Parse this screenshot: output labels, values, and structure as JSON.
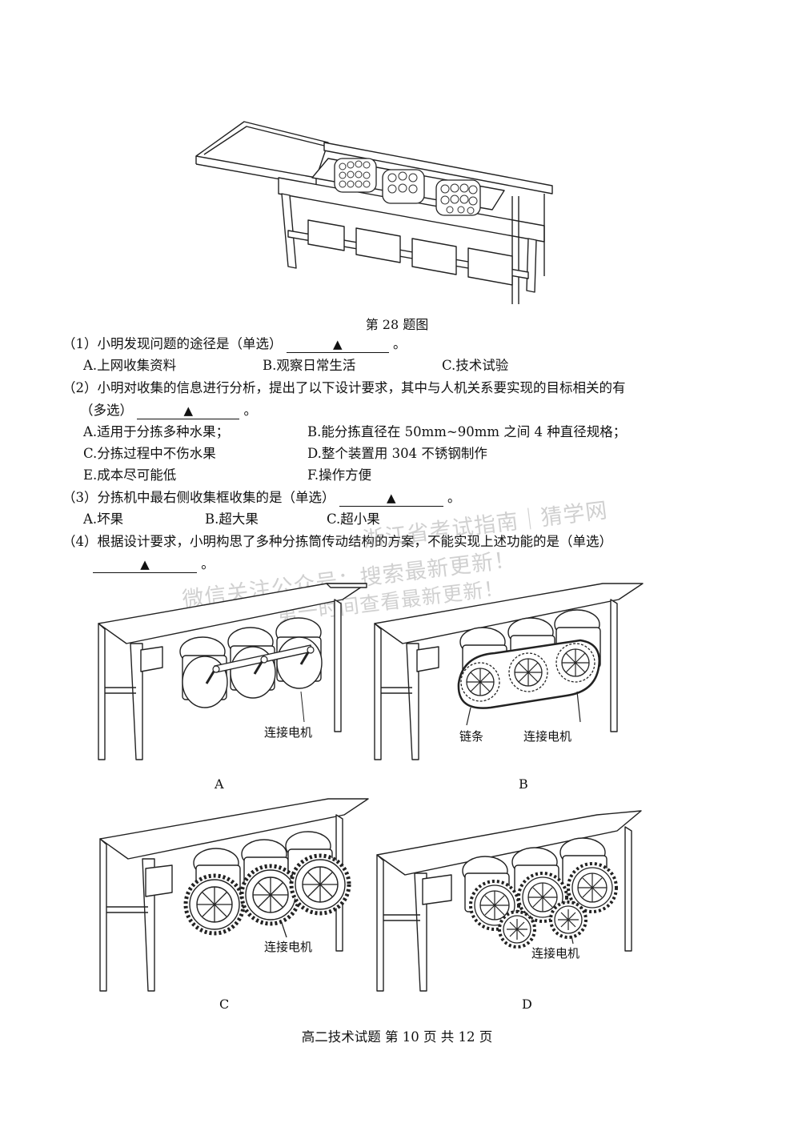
{
  "figure_caption": "第 28 题图",
  "questions": [
    {
      "stem_a": "（1）小明发现问题的途径是（单选）",
      "blank": "▲",
      "stem_b": "。",
      "options": [
        "A.上网收集资料",
        "B.观察日常生活",
        "C.技术试验"
      ]
    },
    {
      "stem_a": "（2）小明对收集的信息进行分析，提出了以下设计要求，其中与人机关系要实现的目标相关的有",
      "stem_c": "（多选）",
      "blank": "▲",
      "stem_b": "。",
      "options": [
        "A.适用于分拣多种水果；",
        "B.能分拣直径在 50mm~90mm 之间 4 种直径规格；",
        "C.分拣过程中不伤水果",
        "D.整个装置用 304 不锈钢制作",
        "E.成本尽可能低",
        "F.操作方便"
      ]
    },
    {
      "stem_a": "（3）分拣机中最右侧收集框收集的是（单选）",
      "blank": "▲",
      "stem_b": "。",
      "options": [
        "A.坏果",
        "B.超大果",
        "C.超小果"
      ]
    },
    {
      "stem_a": "（4）根据设计要求，小明构思了多种分拣筒传动结构的方案，不能实现上述功能的是（单选）",
      "blank": "▲",
      "stem_b": "。"
    }
  ],
  "diagrams": {
    "A": {
      "letter": "A",
      "labels": [
        "连接电机"
      ]
    },
    "B": {
      "letter": "B",
      "labels": [
        "链条",
        "连接电机"
      ]
    },
    "C": {
      "letter": "C",
      "labels": [
        "连接电机"
      ]
    },
    "D": {
      "letter": "D",
      "labels": [
        "连接电机"
      ]
    }
  },
  "watermark": {
    "line1": "浙江省考试指南｜猜学网",
    "line2": "微信关注公众号：搜索最新更新！",
    "line3": "第一时间查看最新更新！"
  },
  "footer": "高二技术试题 第 10 页 共 12 页"
}
